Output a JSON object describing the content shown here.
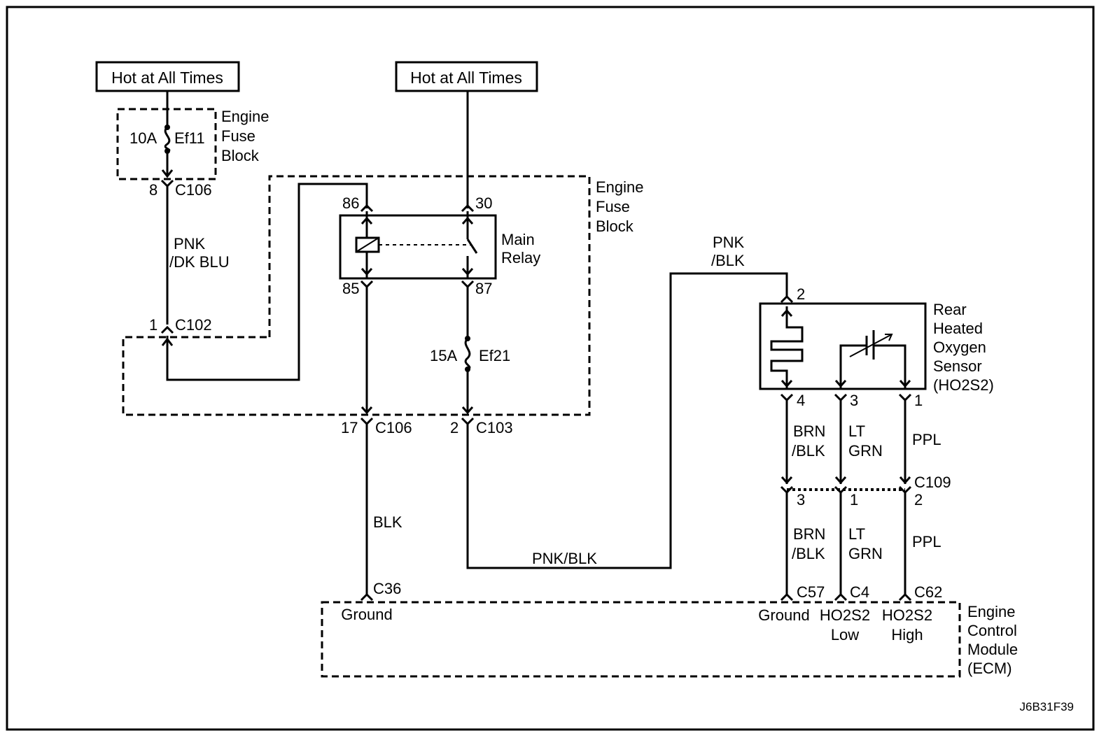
{
  "diagram": {
    "power_box_left": "Hot at All Times",
    "power_box_right": "Hot at All Times",
    "fuse_block_top": [
      "Engine",
      "Fuse",
      "Block"
    ],
    "fuse_block_main": [
      "Engine",
      "Fuse",
      "Block"
    ],
    "fuse_ef11": {
      "rating": "10A",
      "name": "Ef11"
    },
    "fuse_ef21": {
      "rating": "15A",
      "name": "Ef21"
    },
    "relay": {
      "label": [
        "Main",
        "Relay"
      ],
      "pin_86": "86",
      "pin_30": "30",
      "pin_85": "85",
      "pin_87": "87"
    },
    "connectors": {
      "c106_top": {
        "pin": "8",
        "name": "C106"
      },
      "c102": {
        "pin": "1",
        "name": "C102"
      },
      "c106_bottom": {
        "pin": "17",
        "name": "C106"
      },
      "c103": {
        "pin": "2",
        "name": "C103"
      },
      "c36": {
        "name": "C36"
      },
      "c109": {
        "name": "C109",
        "top_pins": [
          "4",
          "3",
          "1"
        ],
        "bottom_pins": [
          "3",
          "1",
          "2"
        ]
      },
      "ho2s2_pin2": "2",
      "c57": "C57",
      "c4": "C4",
      "c62": "C62"
    },
    "wires": {
      "pnk_dk_blu": [
        "PNK",
        "/DK BLU"
      ],
      "blk": "BLK",
      "pnk_blk_bottom": "PNK/BLK",
      "pnk_blk_top": [
        "PNK",
        "/BLK"
      ],
      "brn_blk_upper": [
        "BRN",
        "/BLK"
      ],
      "lt_grn_upper": [
        "LT",
        "GRN"
      ],
      "ppl_upper": "PPL",
      "brn_blk_lower": [
        "BRN",
        "/BLK"
      ],
      "lt_grn_lower": [
        "LT",
        "GRN"
      ],
      "ppl_lower": "PPL"
    },
    "sensor": {
      "label": [
        "Rear",
        "Heated",
        "Oxygen",
        "Sensor",
        "(HO2S2)"
      ]
    },
    "ecm": {
      "label": [
        "Engine",
        "Control",
        "Module",
        "(ECM)"
      ],
      "ground_left": "Ground",
      "ground_right": "Ground",
      "ho2s2_low": [
        "HO2S2",
        "Low"
      ],
      "ho2s2_high": [
        "HO2S2",
        "High"
      ]
    },
    "figure_id": "J6B31F39"
  }
}
